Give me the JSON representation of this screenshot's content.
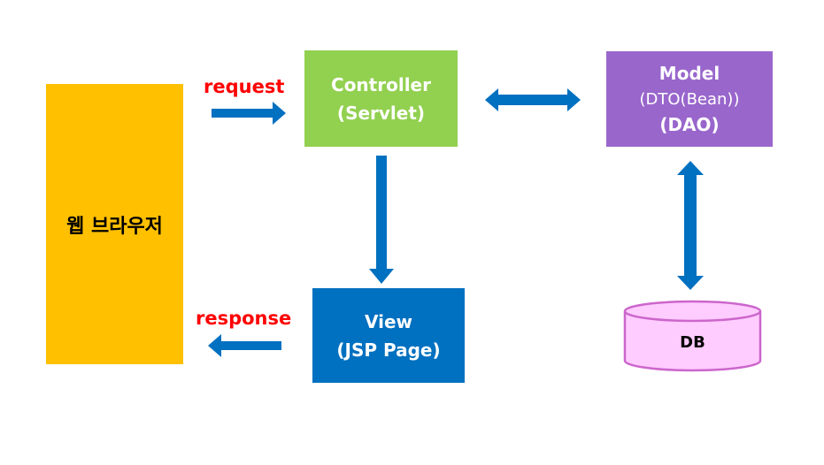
{
  "browser": {
    "label": "웹 브라우저"
  },
  "labels": {
    "request": "request",
    "response": "response"
  },
  "controller": {
    "line1": "Controller",
    "line2": "(Servlet)"
  },
  "model": {
    "line1": "Model",
    "line2": "(DTO(Bean))",
    "line3": "(DAO)"
  },
  "view": {
    "line1": "View",
    "line2": "(JSP Page)"
  },
  "db": {
    "label": "DB"
  },
  "colors": {
    "browser": "#ffc000",
    "controller": "#92d050",
    "model": "#9966cc",
    "view": "#0070c0",
    "db_fill": "#ffccff",
    "db_stroke": "#cc66cc",
    "arrow": "#0070c0",
    "label_text": "#ff0000"
  }
}
